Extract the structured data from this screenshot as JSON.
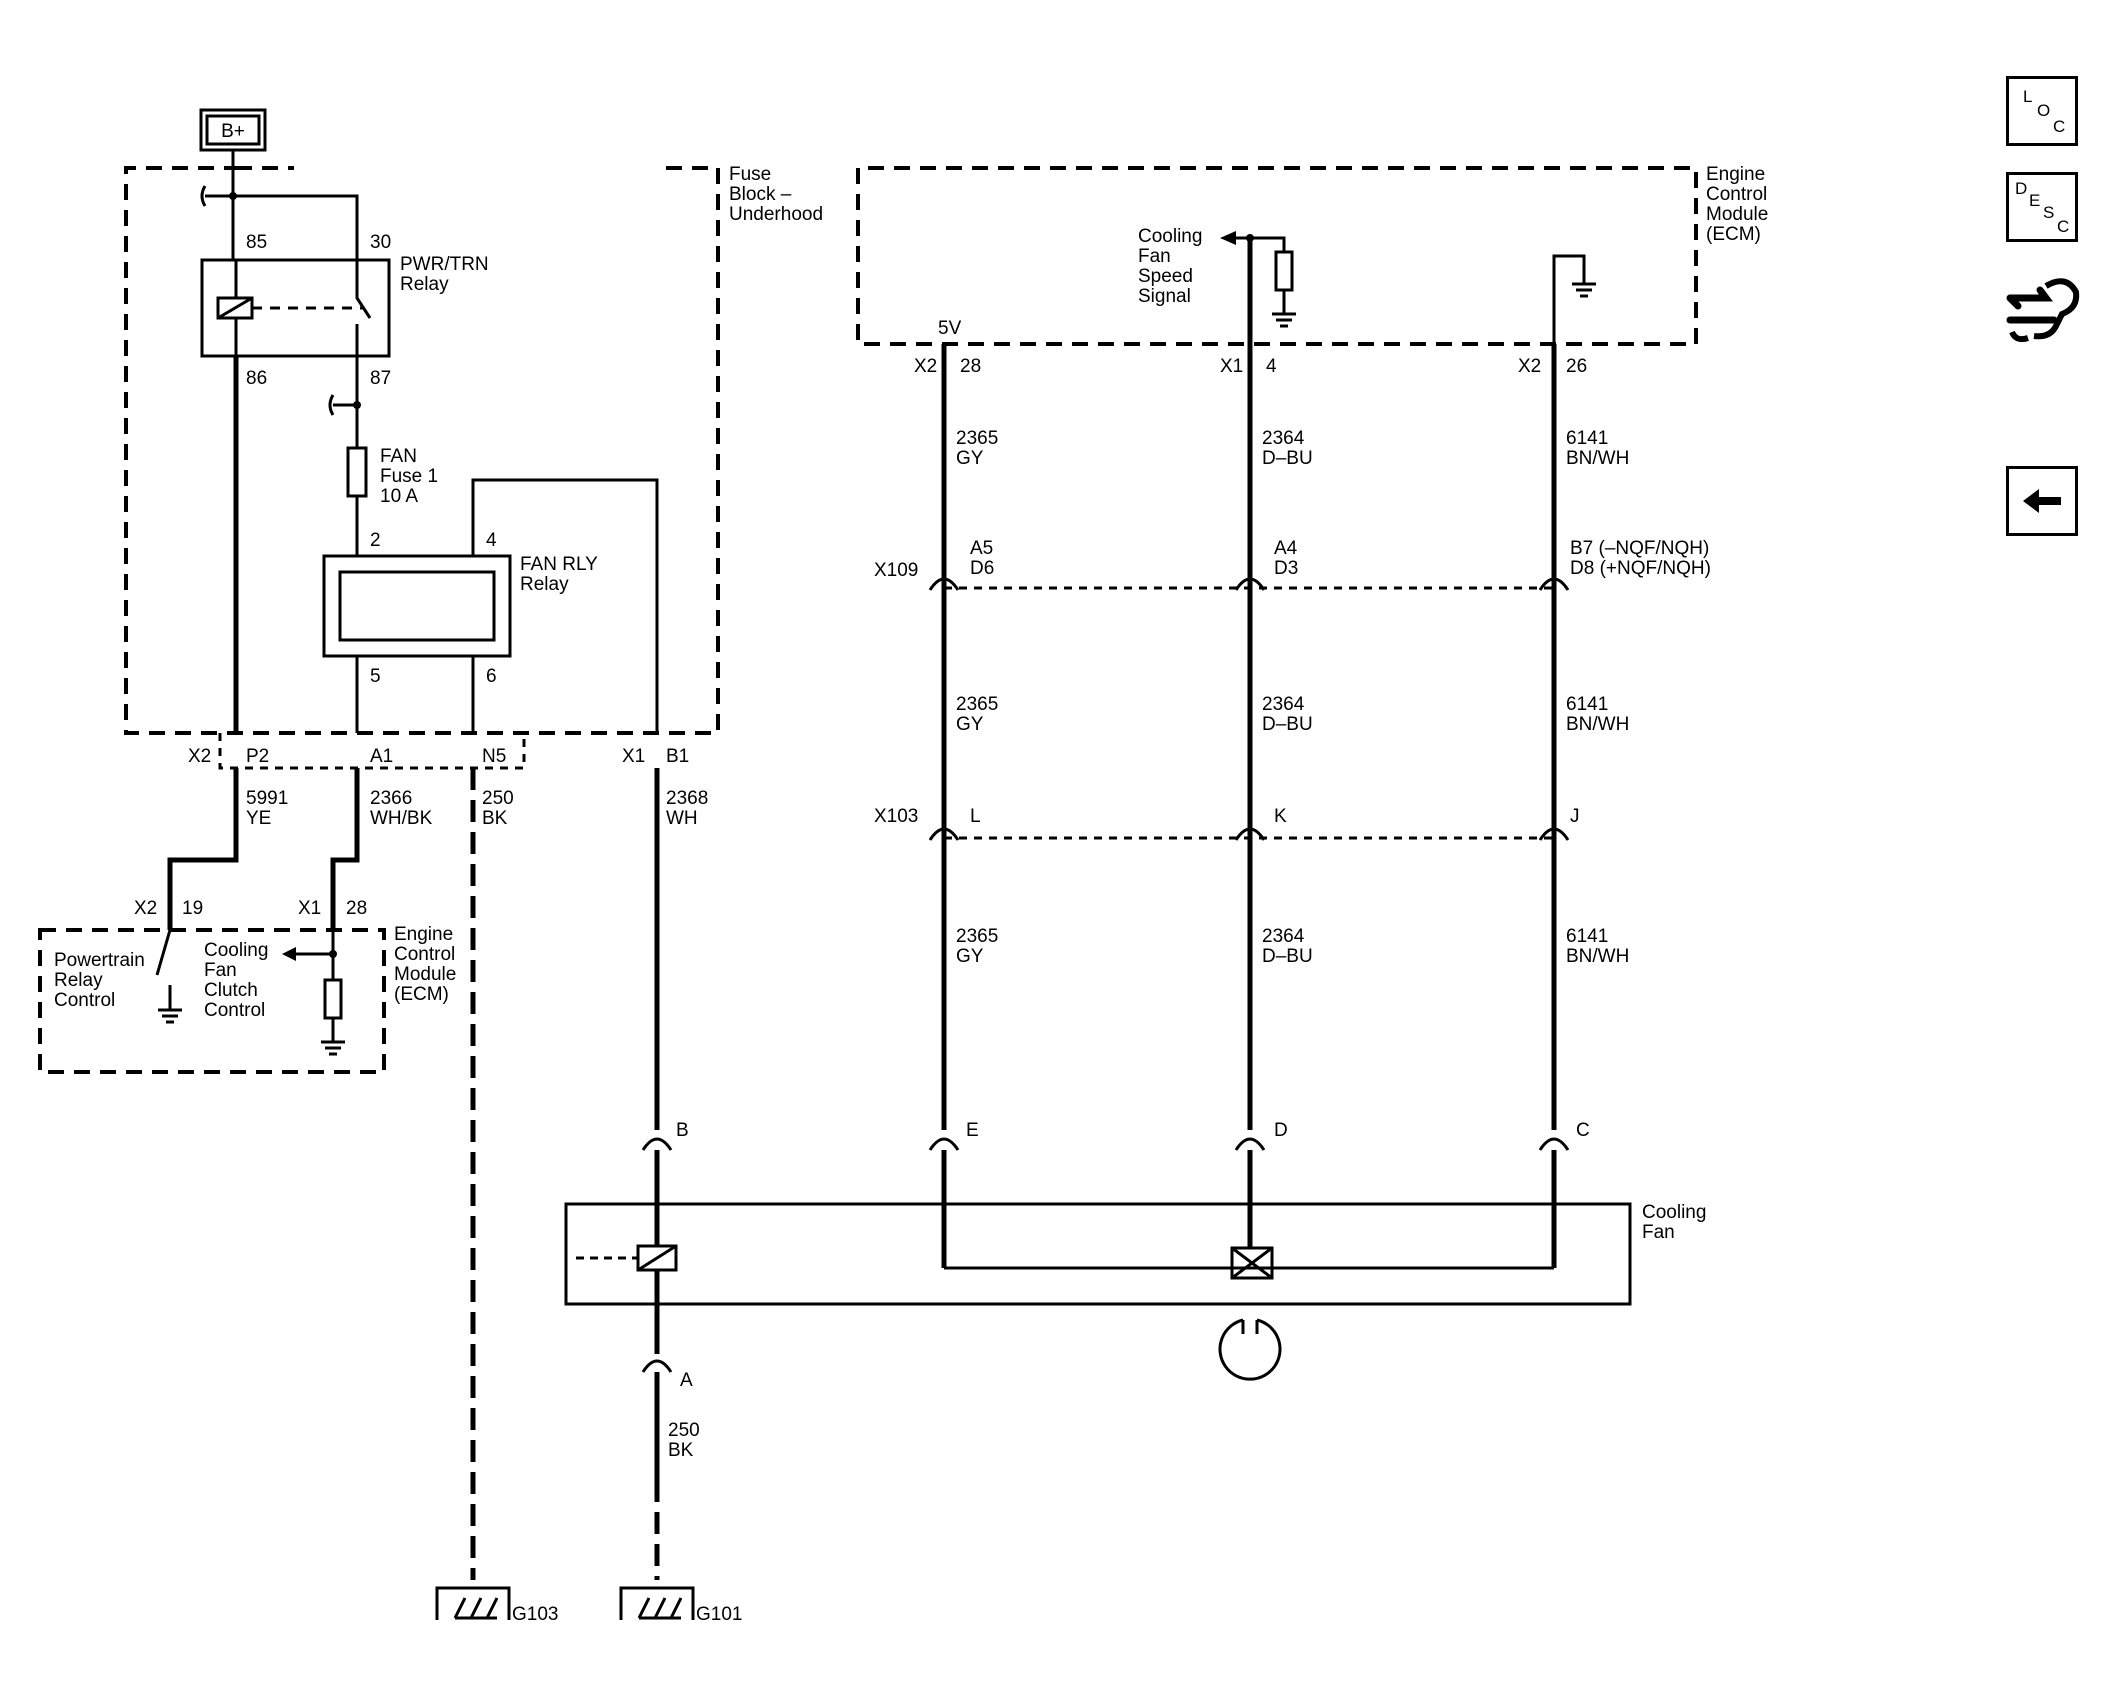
{
  "battery": {
    "label": "B+"
  },
  "fuse_block": {
    "label_1": "Fuse",
    "label_2": "Block –",
    "label_3": "Underhood"
  },
  "pwr_relay": {
    "label_1": "PWR/TRN",
    "label_2": "Relay",
    "pin85": "85",
    "pin30": "30",
    "pin86": "86",
    "pin87": "87"
  },
  "fan_fuse": {
    "label_1": "FAN",
    "label_2": "Fuse 1",
    "label_3": "10 A"
  },
  "fan_relay": {
    "label_1": "FAN RLY",
    "label_2": "Relay",
    "pin2": "2",
    "pin4": "4",
    "pin5": "5",
    "pin6": "6"
  },
  "conn_fb": {
    "x2": "X2",
    "p2": "P2",
    "a1": "A1",
    "n5": "N5",
    "x1": "X1",
    "b1": "B1"
  },
  "wires_left": {
    "w5991_num": "5991",
    "w5991_color": "YE",
    "w2366_num": "2366",
    "w2366_color": "WH/BK",
    "w250a_num": "250",
    "w250a_color": "BK",
    "w2368_num": "2368",
    "w2368_color": "WH"
  },
  "ecm_left": {
    "x2": "X2",
    "pin19": "19",
    "x1": "X1",
    "pin28": "28",
    "prc_1": "Powertrain",
    "prc_2": "Relay",
    "prc_3": "Control",
    "cfc_1": "Cooling",
    "cfc_2": "Fan",
    "cfc_3": "Clutch",
    "cfc_4": "Control",
    "label_1": "Engine",
    "label_2": "Control",
    "label_3": "Module",
    "label_4": "(ECM)"
  },
  "ecm_right": {
    "label_1": "Engine",
    "label_2": "Control",
    "label_3": "Module",
    "label_4": "(ECM)",
    "sig_1": "Cooling",
    "sig_2": "Fan",
    "sig_3": "Speed",
    "sig_4": "Signal",
    "v5": "5V",
    "x2a": "X2",
    "pin28": "28",
    "x1": "X1",
    "pin4": "4",
    "x2b": "X2",
    "pin26": "26"
  },
  "wires_right": {
    "w2365_num": "2365",
    "w2365_color": "GY",
    "w2364_num": "2364",
    "w2364_color": "D–BU",
    "w6141_num": "6141",
    "w6141_color": "BN/WH"
  },
  "x109": {
    "name": "X109",
    "a5": "A5",
    "d6": "D6",
    "a4": "A4",
    "d3": "D3",
    "b7": "B7 (–NQF/NQH)",
    "d8": "D8 (+NQF/NQH)"
  },
  "x103": {
    "name": "X103",
    "l": "L",
    "k": "K",
    "j": "J"
  },
  "fan_conn": {
    "b": "B",
    "e": "E",
    "d": "D",
    "c": "C",
    "a": "A"
  },
  "cooling_fan": {
    "label_1": "Cooling",
    "label_2": "Fan"
  },
  "ground_wire": {
    "num": "250",
    "color": "BK"
  },
  "grounds": {
    "g103": "G103",
    "g101": "G101"
  },
  "nav": {
    "loc": [
      "L",
      "O",
      "C"
    ],
    "desc": [
      "D",
      "E",
      "S",
      "C"
    ]
  }
}
